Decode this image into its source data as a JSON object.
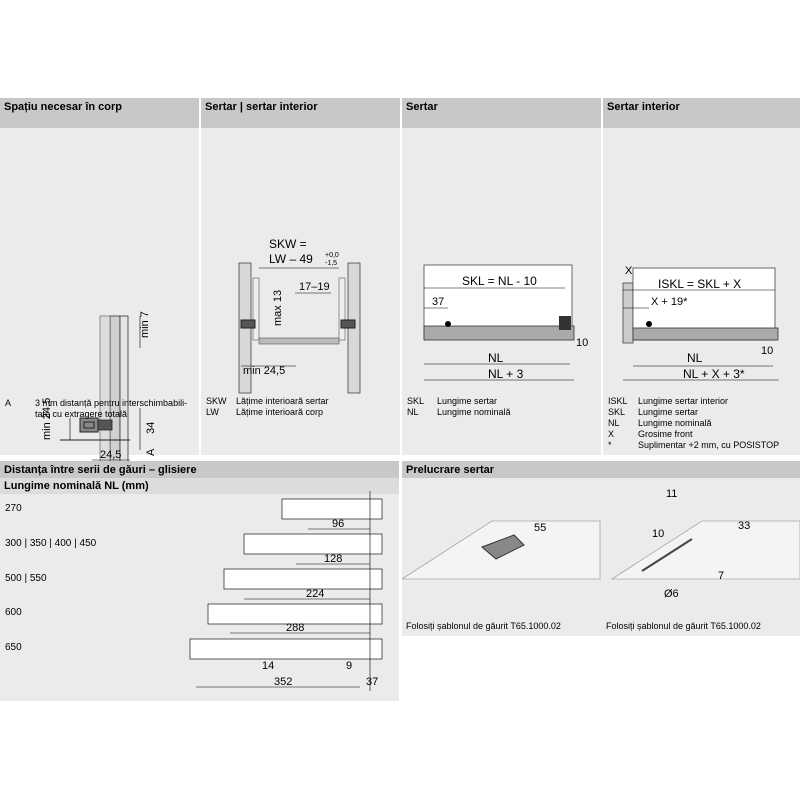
{
  "panels": {
    "spatiu": {
      "title": "Spațiu necesar în corp",
      "dims": {
        "min7": "min 7",
        "min245": "min 24,5",
        "d34": "34",
        "d245": "24,5",
        "A1": "A",
        "A2": "A"
      },
      "legend_key": "A",
      "legend_text_1": "3 mm distanță pentru interschimbabili-",
      "legend_text_2": "tate cu extragere totală"
    },
    "sertar_interior_dims": {
      "title": "Sertar | sertar interior",
      "dims": {
        "skw": "SKW =",
        "lw49": "LW – 49",
        "tol_top": "+0,0",
        "tol_bot": "-1,5",
        "max13": "max 13",
        "r1719": "17–19",
        "min245": "min 24,5"
      },
      "legend": [
        {
          "key": "SKW",
          "text": "Lățime interioară sertar"
        },
        {
          "key": "LW",
          "text": "Lățime interioară corp"
        }
      ]
    },
    "sertar": {
      "title": "Sertar",
      "dims": {
        "skl": "SKL = NL - 10",
        "d37": "37",
        "d10": "10",
        "nl": "NL",
        "nl3": "NL + 3"
      },
      "legend": [
        {
          "key": "SKL",
          "text": "Lungime sertar"
        },
        {
          "key": "NL",
          "text": "Lungime nominală"
        }
      ]
    },
    "sertar_interior": {
      "title": "Sertar interior",
      "dims": {
        "x": "X",
        "iskl": "ISKL = SKL + X",
        "x19": "X + 19*",
        "nl": "NL",
        "d10": "10",
        "nlx3": "NL + X + 3*"
      },
      "legend": [
        {
          "key": "ISKL",
          "text": "Lungime sertar interior"
        },
        {
          "key": "SKL",
          "text": "Lungime sertar"
        },
        {
          "key": "NL",
          "text": "Lungime nominală"
        },
        {
          "key": "X",
          "text": "Grosime front"
        },
        {
          "key": "*",
          "text": "Suplimentar +2 mm, cu POSISTOP"
        }
      ]
    },
    "distanta": {
      "title": "Distanța între serii de găuri – glisiere",
      "subtitle": "Lungime nominală NL (mm)",
      "rows": [
        "270",
        "300 | 350 | 400 | 450",
        "500 | 550",
        "600",
        "650"
      ],
      "dims": {
        "d96": "96",
        "d128": "128",
        "d224": "224",
        "d288": "288",
        "d352": "352",
        "d14": "14",
        "d9": "9",
        "d37": "37"
      }
    },
    "prelucrare": {
      "title": "Prelucrare sertar",
      "dims": {
        "d55": "55",
        "d11": "11",
        "d10": "10",
        "d33": "33",
        "d7": "7",
        "d6": "Ø6"
      },
      "caption_left": "Folosiți șablonul de găurit T65.1000.02",
      "caption_right": "Folosiți șablonul de găurit T65.1000.02"
    }
  },
  "colors": {
    "header": "#c8c8c8",
    "panel": "#ebebeb",
    "subheader": "#dcdcdc"
  }
}
